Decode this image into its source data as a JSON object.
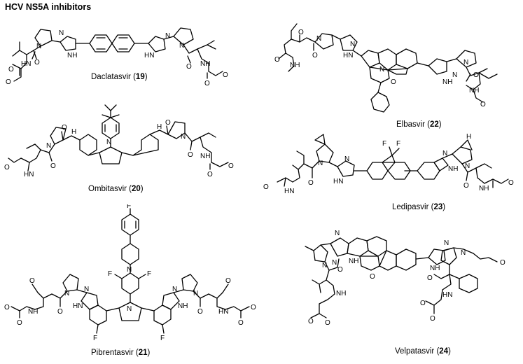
{
  "title": "HCV NS5A inhibitors",
  "compounds": [
    {
      "name": "Daclatasvir",
      "number": "19"
    },
    {
      "name": "Elbasvir",
      "number": "22"
    },
    {
      "name": "Ombitasvir",
      "number": "20"
    },
    {
      "name": "Ledipasvir",
      "number": "23"
    },
    {
      "name": "Pibrentasvir",
      "number": "21"
    },
    {
      "name": "Velpatasvir",
      "number": "24"
    }
  ],
  "atoms": {
    "n": "N",
    "nh": "NH",
    "hn": "HN",
    "h": "H",
    "o": "O",
    "f": "F"
  }
}
